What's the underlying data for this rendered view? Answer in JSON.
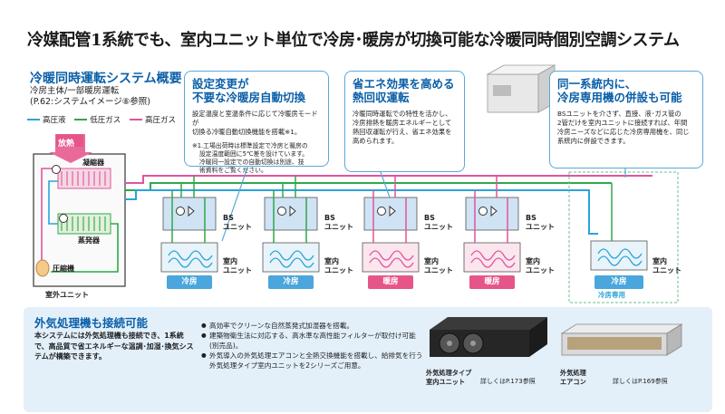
{
  "title": "冷媒配管1系統でも、室内ユニット単位で冷房･暖房が切換可能な冷暖同時個別空調システム",
  "overview": {
    "title": "冷暖同時運転システム概要",
    "line1": "冷房主体/一部暖房運転",
    "line2": "(P.62:システムイメージ⑧参照)"
  },
  "legend": [
    {
      "label": "高圧液",
      "color": "#2aa3d9"
    },
    {
      "label": "低圧ガス",
      "color": "#2ea84a"
    },
    {
      "label": "高圧ガス",
      "color": "#e0559b"
    }
  ],
  "callouts": {
    "auto_switch": {
      "title1": "設定変更が",
      "title2": "不要な冷暖房自動切換",
      "body": [
        "設定温度と室温条件に応じて冷暖房モードが",
        "切換る冷暖自動切換機能を搭載※1。"
      ],
      "note": [
        "※1.工場出荷時は標準設定で冷房と暖房の",
        "設定温度範囲に5℃差を設けています。",
        "冷暖同一設定での自動切換は別途、技",
        "術資料をご覧ください。"
      ]
    },
    "heat_recovery": {
      "title1": "省エネ効果を高める",
      "title2": "熱回収運転",
      "body": [
        "冷暖同時運転での特性を活かし、",
        "冷房排熱を暖房エネルギーとして",
        "熱回収運転が行え、省エネ効果を",
        "高められます。"
      ]
    },
    "cooling_only": {
      "title1": "同一系統内に、",
      "title2": "冷房専用機の併設も可能",
      "body": [
        "BSユニットを介さず、直接、液･ガス管の",
        "2管だけを室内ユニットに接続すれば、年間",
        "冷房ニーズなどに応じた冷房専用機を、同じ",
        "系統内に併設できます。"
      ]
    }
  },
  "outdoor": {
    "heat_release": "放熱",
    "condenser": "凝縮器",
    "evaporator": "蒸発器",
    "compressor": "圧縮機",
    "unit_label": "室外ユニット"
  },
  "bs_unit_label": [
    "BS",
    "ユニット"
  ],
  "indoor_unit_label": [
    "室内",
    "ユニット"
  ],
  "modes": [
    "冷房",
    "冷房",
    "暖房",
    "暖房"
  ],
  "cooling_only_label": "冷房専用",
  "bottom": {
    "title": "外気処理機も接続可能",
    "body": "本システムには外気処理機も接続でき、1系統で、高品質で省エネルギーな温調･加湿･換気システムが構築できます。",
    "bullets": [
      "高効率でクリーンな自然蒸発式加湿器を搭載。",
      "建築物衛生法に対応する、高水準な高性能フィルターが取付け可能(別売品)。",
      "外気導入の外気処理エアコンと全熱交換機能を搭載し、給排気を行う外気処理タイプ室内ユニットを2シリーズご用意。"
    ],
    "product1": {
      "name1": "外気処理タイプ",
      "name2": "室内ユニット",
      "ref": "詳しくはP.173参照"
    },
    "product2": {
      "name1": "外気処理",
      "name2": "エアコン",
      "ref": "詳しくはP.169参照"
    }
  },
  "colors": {
    "liquid": "#2aa3d9",
    "low_gas": "#2ea84a",
    "high_gas": "#e0559b",
    "accent": "#0a5fa8",
    "cool": "#4aa6dc",
    "heat": "#e6558a"
  }
}
